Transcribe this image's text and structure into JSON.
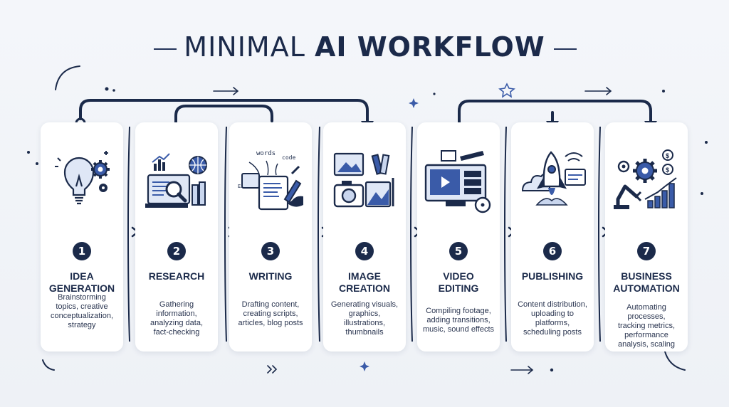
{
  "title": {
    "light": "MINIMAL ",
    "bold": "AI WORKFLOW"
  },
  "steps": [
    {
      "number": "1",
      "title": "IDEA\nGENERATION",
      "desc": "Brainstorming\ntopics, creative\nconceptualization,\nstrategy",
      "icon": "lightbulb-gears-icon"
    },
    {
      "number": "2",
      "title": "RESEARCH",
      "desc": "Gathering\ninformation,\nanalyzing data,\nfact-checking",
      "icon": "research-monitor-icon"
    },
    {
      "number": "3",
      "title": "WRITING",
      "desc": "Drafting content,\ncreating scripts,\narticles, blog posts",
      "icon": "writing-hand-icon",
      "icon_words": [
        "words",
        "code",
        "Exit"
      ]
    },
    {
      "number": "4",
      "title": "IMAGE\nCREATION",
      "desc": "Generating visuals,\ngraphics,\nillustrations,\nthumbnails",
      "icon": "image-camera-palette-icon"
    },
    {
      "number": "5",
      "title": "VIDEO\nEDITING",
      "desc": "Compiling footage,\nadding transitions,\nmusic, sound effects",
      "icon": "video-editor-icon"
    },
    {
      "number": "6",
      "title": "PUBLISHING",
      "desc": "Content distribution,\nuploading to\nplatforms,\nscheduling posts",
      "icon": "rocket-launch-icon"
    },
    {
      "number": "7",
      "title": "BUSINESS\nAUTOMATION",
      "desc": "Automating processes,\ntracking metrics,\nperformance\nanalysis, scaling",
      "icon": "robot-arm-chart-icon"
    }
  ],
  "colors": {
    "navy": "#1b2a4a",
    "accent": "#3a5ba8",
    "light_blue": "#c9d6ee",
    "card": "#ffffff"
  }
}
